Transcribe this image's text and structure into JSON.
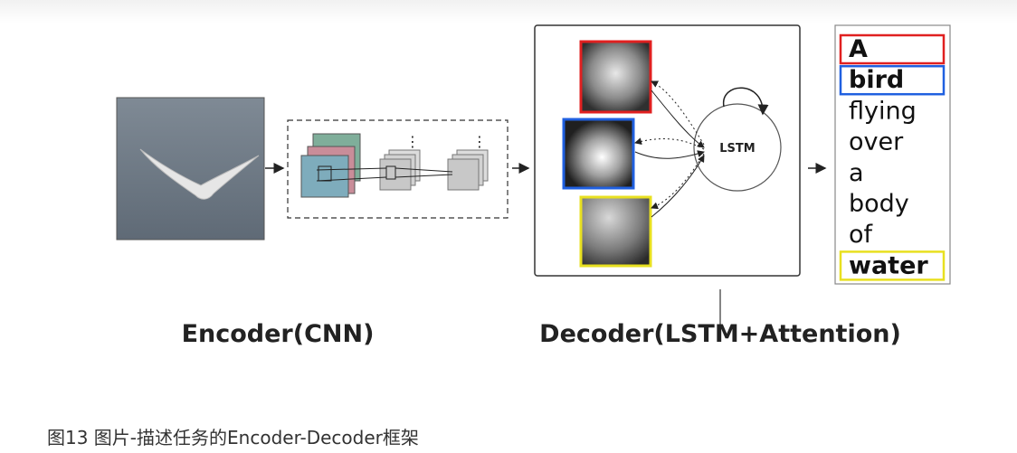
{
  "diagram": {
    "encoder_label": "Encoder(CNN)",
    "decoder_label": "Decoder(LSTM+Attention)",
    "lstm_label": "LSTM",
    "caption_words": [
      {
        "text": "A",
        "bold": true,
        "highlight": "#e02020"
      },
      {
        "text": "bird",
        "bold": true,
        "highlight": "#2060e0"
      },
      {
        "text": "flying",
        "bold": false,
        "highlight": null
      },
      {
        "text": "over",
        "bold": false,
        "highlight": null
      },
      {
        "text": "a",
        "bold": false,
        "highlight": null
      },
      {
        "text": "body",
        "bold": false,
        "highlight": null
      },
      {
        "text": "of",
        "bold": false,
        "highlight": null
      },
      {
        "text": "water",
        "bold": true,
        "highlight": "#e8e020"
      }
    ],
    "attention_map_colors": [
      "#e02020",
      "#2060e0",
      "#e8e020"
    ]
  },
  "figure_caption": "图13 图片-描述任务的Encoder-Decoder框架"
}
